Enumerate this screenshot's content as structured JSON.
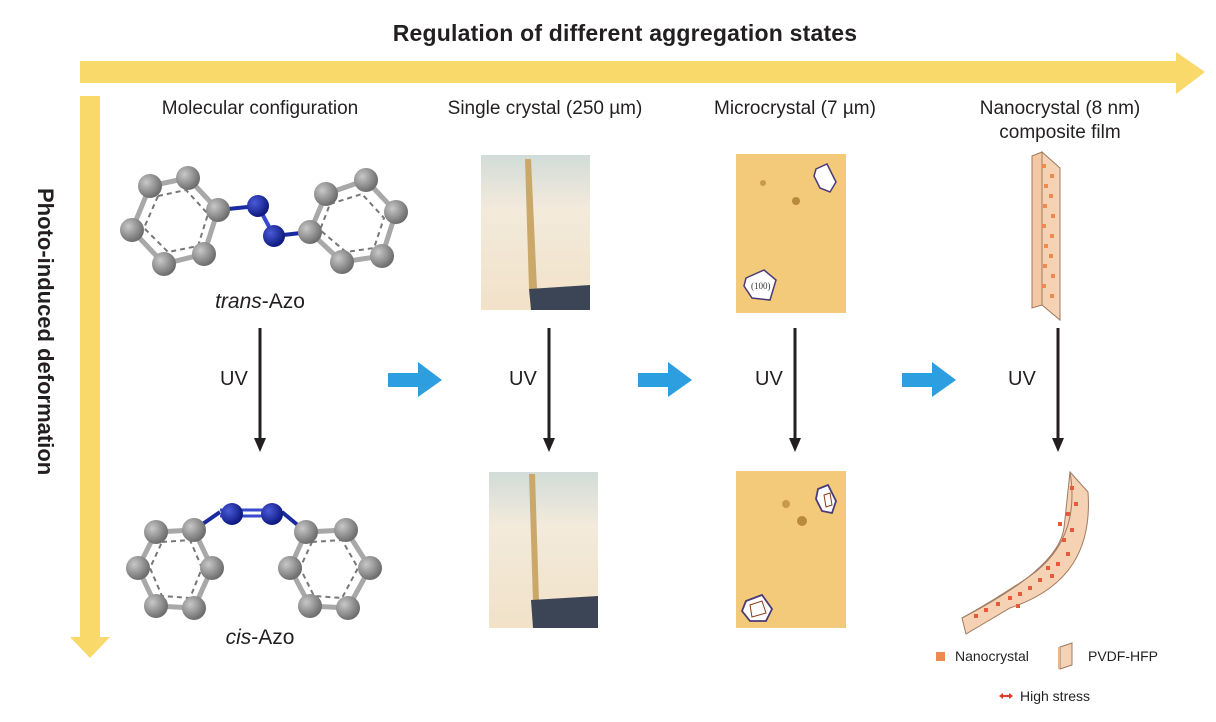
{
  "title": "Regulation of different aggregation states",
  "vertical_label": "Photo-induced deformation",
  "columns": [
    {
      "heading": "Molecular configuration"
    },
    {
      "heading": "Single crystal (250 µm)"
    },
    {
      "heading": "Microcrystal (7 µm)"
    },
    {
      "heading_line1": "Nanocrystal (8 nm)",
      "heading_line2": "composite film"
    }
  ],
  "molecules": {
    "trans_prefix": "trans",
    "trans_suffix": "-Azo",
    "cis_prefix": "cis",
    "cis_suffix": "-Azo"
  },
  "stimulus_label": "UV",
  "microcrystal_face_label": "(100)",
  "legend": {
    "nanocrystal": "Nanocrystal",
    "matrix": "PVDF-HFP",
    "stress": "High stress"
  },
  "colors": {
    "yellow_arrow": "#f9d96a",
    "blue_arrow": "#2d9ee0",
    "nitrogen": "#1a2aa0",
    "carbon": "#8a8a8a",
    "film": "#f6d2b4",
    "nanocrystal": "#ee8a50",
    "stress": "#e23a2a",
    "microcrystal_bg": "#f3c97a"
  }
}
